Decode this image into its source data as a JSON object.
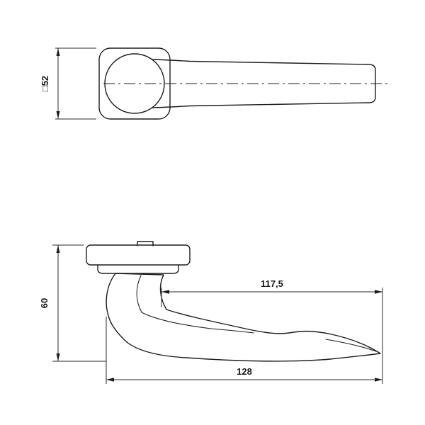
{
  "drawing": {
    "colors": {
      "line": "#1c1c1c",
      "background": "#ffffff"
    },
    "top_view": {
      "dim_square": {
        "label": "□52"
      }
    },
    "side_view": {
      "dim_height": {
        "label": "60"
      },
      "dim_lever": {
        "label": "117,5"
      },
      "dim_total": {
        "label": "128"
      }
    }
  }
}
